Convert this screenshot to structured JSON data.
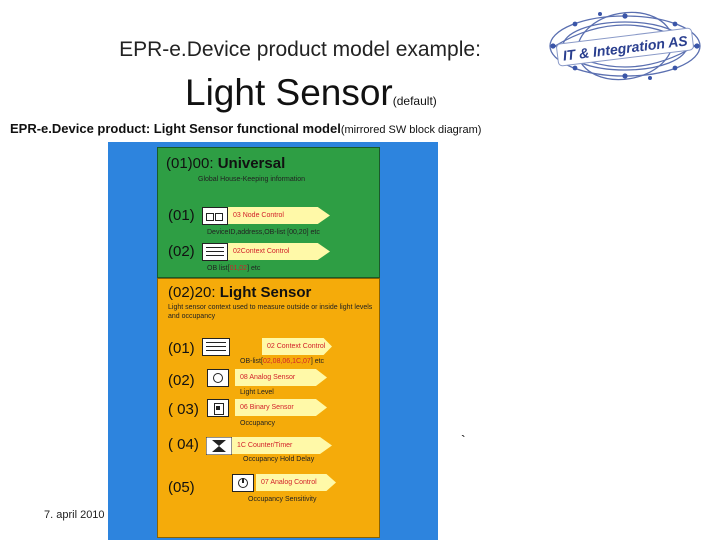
{
  "header": {
    "title": "EPR-e.Device product model example:",
    "product_name": "Light Sensor",
    "product_suffix": "(default)",
    "subtitle": "EPR-e.Device product: Light Sensor functional model",
    "subtitle_note": "(mirrored SW block diagram)"
  },
  "logo": {
    "text": "IT & Integration AS"
  },
  "universal": {
    "title_prefix": "(01)00:",
    "title_name": "Universal",
    "description": "Global House-Keeping information",
    "blocks": [
      {
        "index": "(01)",
        "label": "03 Node Control",
        "caption": "DeviceID,address,OB-list [00,20] etc"
      },
      {
        "index": "(02)",
        "label": "02Context Control",
        "caption_pre": "OB list[",
        "caption_red": "01,02",
        "caption_post": "] etc"
      }
    ]
  },
  "light_sensor": {
    "title_prefix": "(02)20:",
    "title_name": "Light Sensor",
    "description": "Light sensor context used to measure outside or inside light levels and occupancy",
    "blocks": [
      {
        "index": "(01)",
        "label": "02 Context Control",
        "caption_pre": "OB-list[",
        "caption_red": "02,08,06,1C,07",
        "caption_post": "] etc"
      },
      {
        "index": "(02)",
        "label": "08 Analog Sensor",
        "caption": "Light Level"
      },
      {
        "index": "( 03)",
        "label": "06 Binary Sensor",
        "caption": "Occupancy"
      },
      {
        "index": "( 04)",
        "label": "1C Counter/Timer",
        "caption": "Occupancy Hold Delay"
      },
      {
        "index": "(05)",
        "label": "07 Analog Control",
        "caption": "Occupancy Sensitivity"
      }
    ]
  },
  "footer": {
    "date": "7. april 2010",
    "mark": "`"
  },
  "colors": {
    "panel": "#2d84de",
    "universal": "#2e9e44",
    "sensor": "#f5ab0a",
    "arrow": "#fff9a8",
    "highlight": "#d2202a"
  }
}
